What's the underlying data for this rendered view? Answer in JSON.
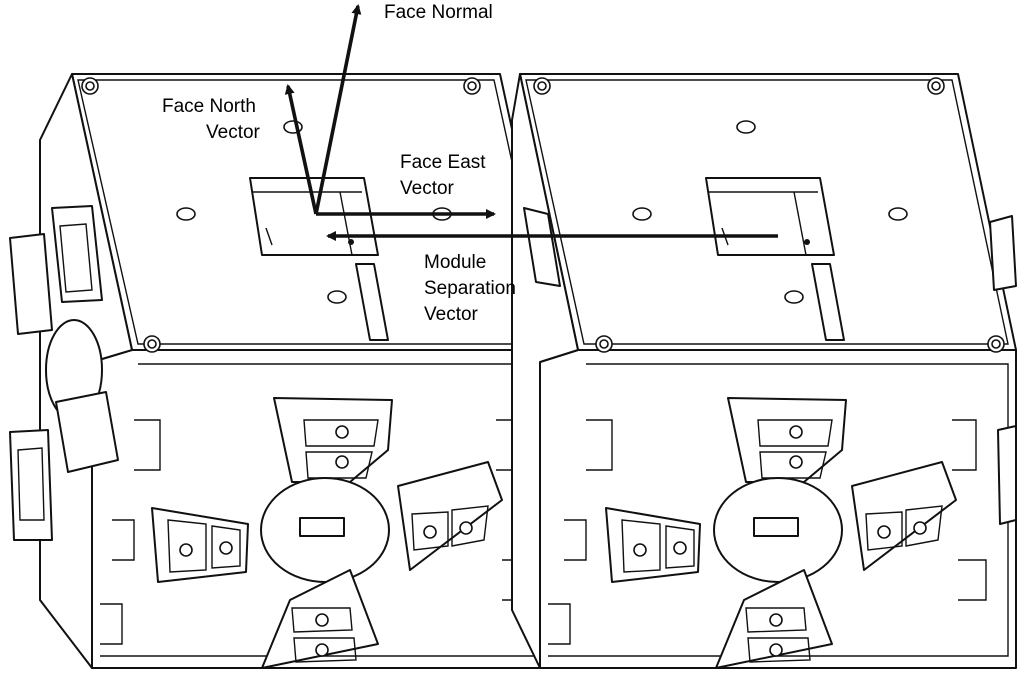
{
  "labels": {
    "face_normal": "Face Normal",
    "face_north_line1": "Face North",
    "face_north_line2": "Vector",
    "face_east_line1": "Face East",
    "face_east_line2": "Vector",
    "module_sep_line1": "Module",
    "module_sep_line2": "Separation",
    "module_sep_line3": "Vector"
  },
  "colors": {
    "line": "#111111",
    "background": "#ffffff"
  }
}
